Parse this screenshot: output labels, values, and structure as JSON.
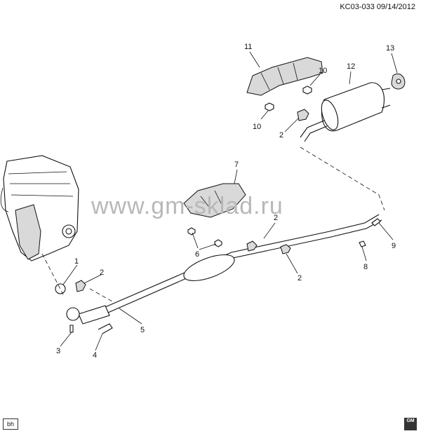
{
  "header": {
    "code": "KC03-033 09/14/2012"
  },
  "watermark": {
    "text": "www.gm-sklad.ru"
  },
  "footer": {
    "badge": "bh",
    "logo_text": "GM"
  },
  "callouts": [
    {
      "id": "c11",
      "label": "11"
    },
    {
      "id": "c10a",
      "label": "10"
    },
    {
      "id": "c10b",
      "label": "10"
    },
    {
      "id": "c12",
      "label": "12"
    },
    {
      "id": "c13",
      "label": "13"
    },
    {
      "id": "c2a",
      "label": "2"
    },
    {
      "id": "c7",
      "label": "7"
    },
    {
      "id": "c6",
      "label": "6"
    },
    {
      "id": "c2b",
      "label": "2"
    },
    {
      "id": "c9",
      "label": "9"
    },
    {
      "id": "c8",
      "label": "8"
    },
    {
      "id": "c2c",
      "label": "2"
    },
    {
      "id": "c1",
      "label": "1"
    },
    {
      "id": "c2d",
      "label": "2"
    },
    {
      "id": "c5",
      "label": "5"
    },
    {
      "id": "c3",
      "label": "3"
    },
    {
      "id": "c4",
      "label": "4"
    }
  ]
}
